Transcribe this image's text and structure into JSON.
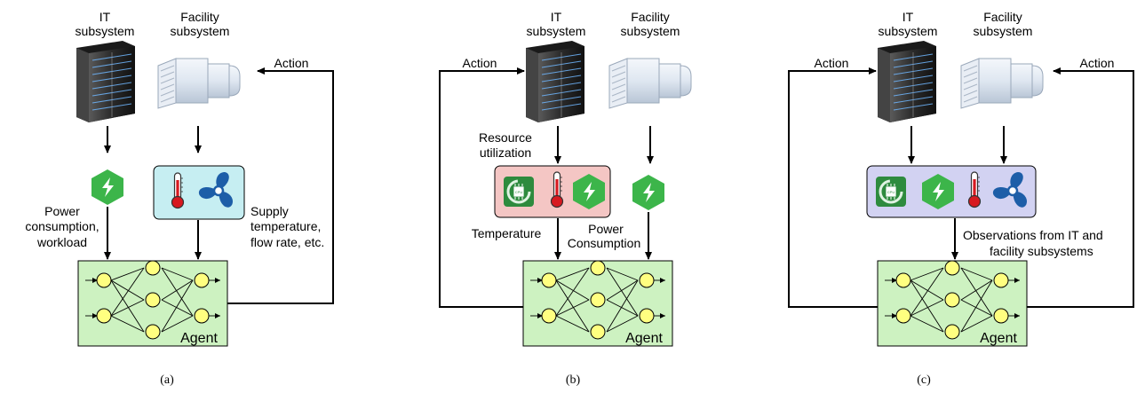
{
  "panels": [
    {
      "caption": "(a)",
      "it_label": [
        "IT",
        "subsystem"
      ],
      "facility_label": [
        "Facility",
        "subsystem"
      ],
      "actions": [
        "Action"
      ],
      "obs_left": [
        "Power",
        "consumption,",
        "workload"
      ],
      "obs_right": [
        "Supply",
        "temperature,",
        "flow rate, etc."
      ],
      "agent_label": "Agent"
    },
    {
      "caption": "(b)",
      "it_label": [
        "IT",
        "subsystem"
      ],
      "facility_label": [
        "Facility",
        "subsystem"
      ],
      "actions": [
        "Action"
      ],
      "resource": [
        "Resource",
        "utilization"
      ],
      "temperature": "Temperature",
      "power": [
        "Power",
        "Consumption"
      ],
      "agent_label": "Agent"
    },
    {
      "caption": "(c)",
      "it_label": [
        "IT",
        "subsystem"
      ],
      "facility_label": [
        "Facility",
        "subsystem"
      ],
      "actions": [
        "Action",
        "Action"
      ],
      "observations": [
        "Observations from IT and",
        "facility subsystems"
      ],
      "agent_label": "Agent"
    }
  ],
  "icons": [
    "server-rack-icon",
    "air-handler-icon",
    "lightning-hexagon-icon",
    "thermometer-icon",
    "fan-icon",
    "cpu-gauge-icon",
    "neural-network-icon"
  ],
  "colors": {
    "agent_fill": "#cdf2c1",
    "neuron": "#ffff80",
    "hexagon": "#3cb54a",
    "facility_obs_fill": "#c6eef2",
    "it_obs_fill": "#f4c6c4",
    "joint_obs_fill": "#d2d2f2",
    "fan": "#1d5ea8",
    "thermo": "#d71920"
  }
}
